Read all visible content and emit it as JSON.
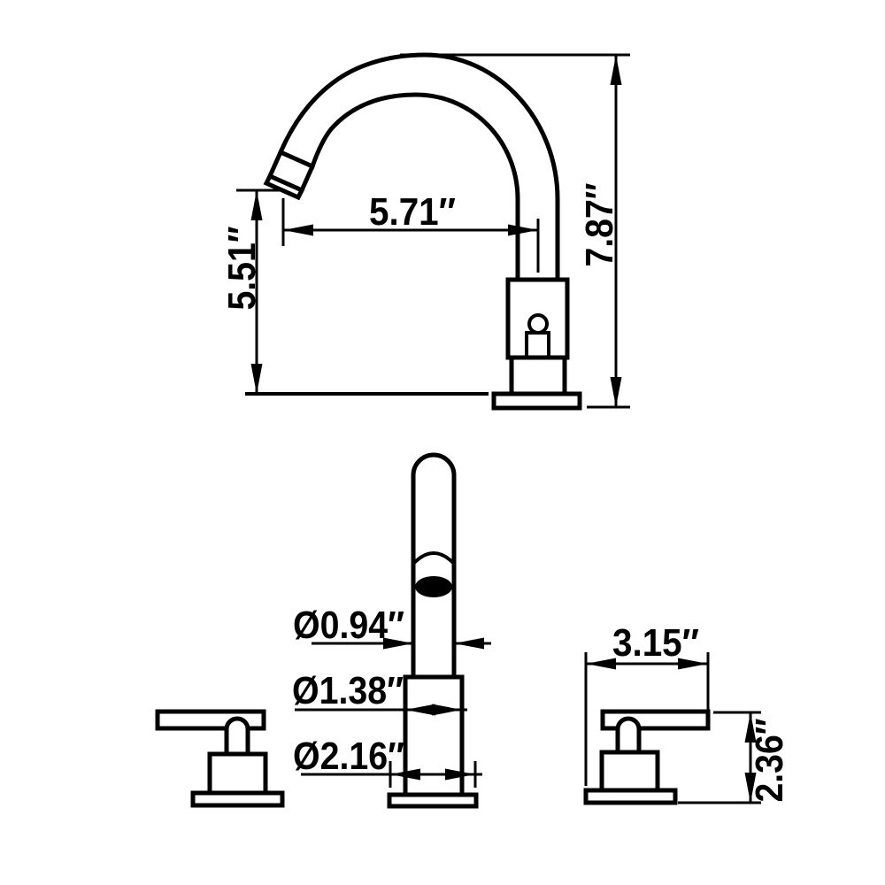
{
  "page": {
    "background_color": "#ffffff",
    "line_color": "#000000"
  },
  "dimensions": {
    "side": {
      "spout_reach": "5.71″",
      "spout_height": "5.51″",
      "overall_height": "7.87″"
    },
    "front": {
      "spout_diameter": "Ø0.94″",
      "column_diameter": "Ø1.38″",
      "base_diameter": "Ø2.16″",
      "handle_length": "3.15″",
      "handle_height": "2.36″"
    }
  }
}
